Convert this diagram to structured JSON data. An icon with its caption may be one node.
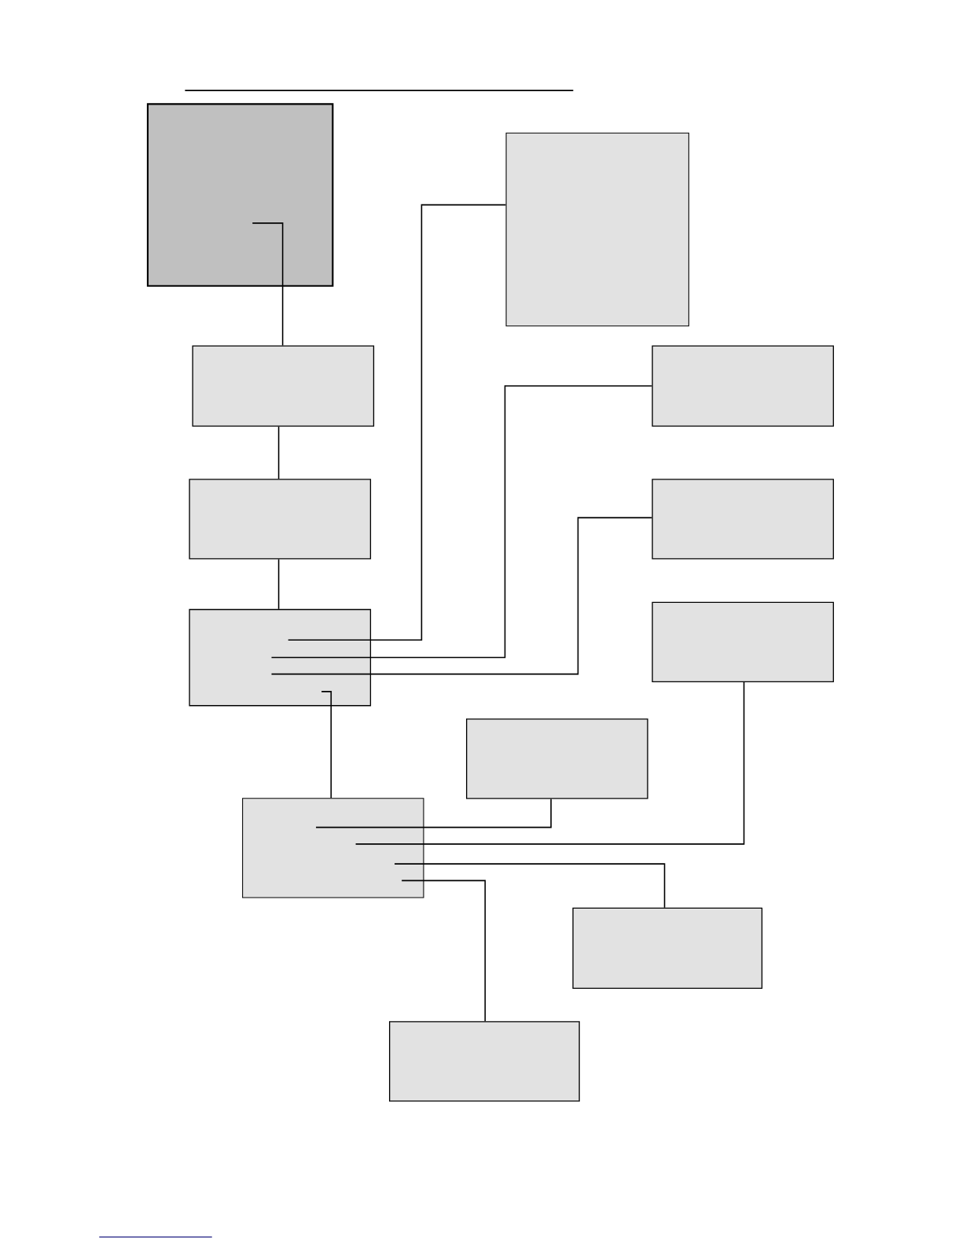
{
  "diagram": {
    "nodes": [
      {
        "text": [],
        "shape": "box"
      },
      {
        "text": [],
        "shape": "box"
      },
      {
        "text": [],
        "shape": "box"
      },
      {
        "text": [],
        "shape": "box"
      },
      {
        "text": [],
        "shape": "box"
      },
      {
        "text": [],
        "shape": "box"
      },
      {
        "text": [],
        "shape": "box"
      },
      {
        "text": [],
        "shape": "box"
      },
      {
        "text": [],
        "shape": "box"
      },
      {
        "text": [],
        "shape": "box"
      },
      {
        "text": [],
        "shape": "box"
      },
      {
        "text": [],
        "shape": "box"
      }
    ],
    "edges": [
      {
        "from": 0,
        "to": 1,
        "arrow": "none"
      },
      {
        "from": 1,
        "to": 2,
        "arrow": "none"
      },
      {
        "from": 2,
        "to": 3,
        "arrow": "none"
      },
      {
        "from": 3,
        "to": 4,
        "arrow": "none"
      },
      {
        "from": 3,
        "to": 5,
        "arrow": "none"
      },
      {
        "from": 3,
        "to": 6,
        "arrow": "none"
      },
      {
        "from": 3,
        "to": 9,
        "arrow": "none"
      },
      {
        "from": 9,
        "to": 8,
        "arrow": "none"
      },
      {
        "from": 9,
        "to": 7,
        "arrow": "none"
      },
      {
        "from": 9,
        "to": 10,
        "arrow": "none"
      },
      {
        "from": 9,
        "to": 11,
        "arrow": "none"
      }
    ]
  }
}
